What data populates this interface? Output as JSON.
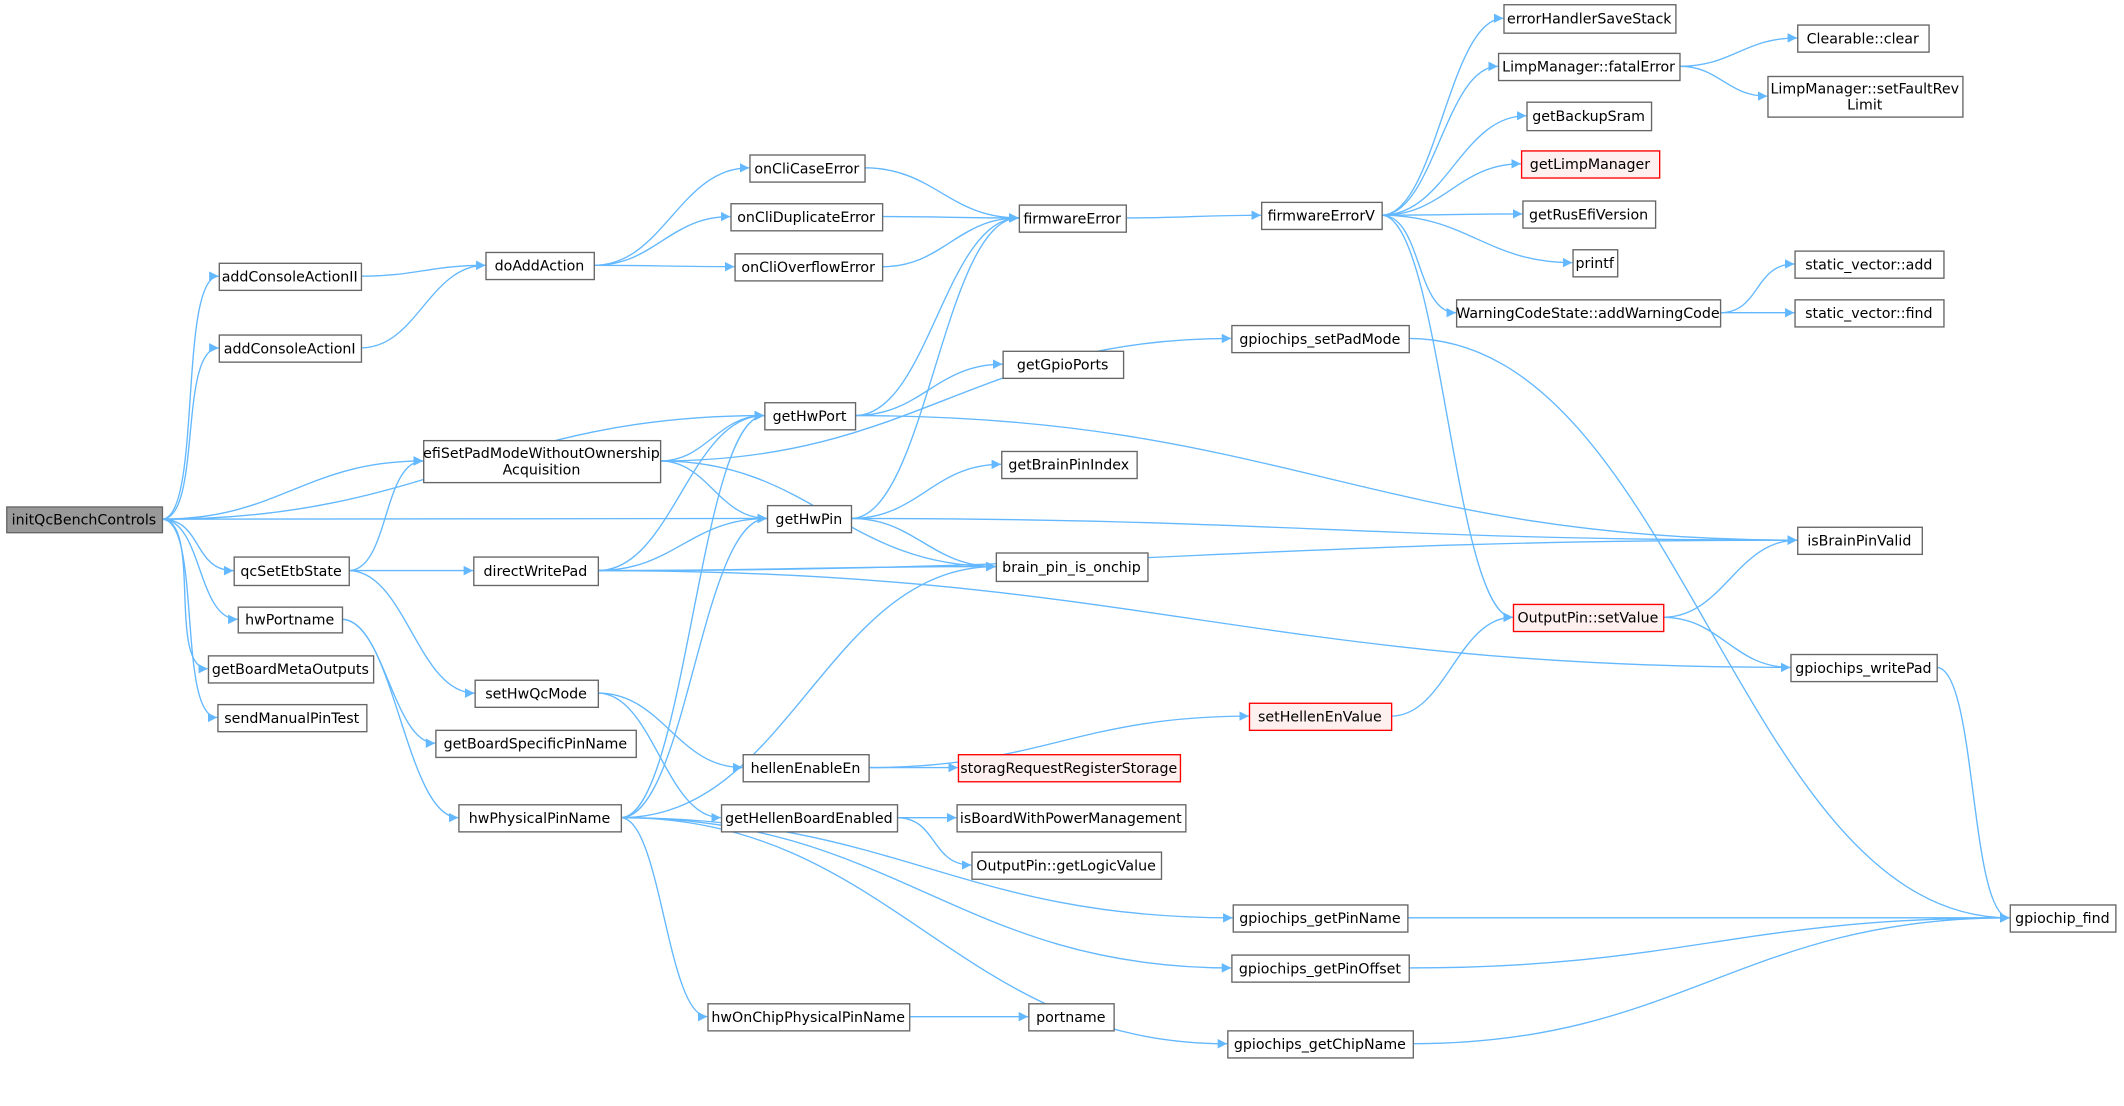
{
  "graph": {
    "nodes": {
      "initQcBenchControls": {
        "label": [
          "initQcBenchControls"
        ],
        "style": "root"
      },
      "addConsoleActionII": {
        "label": [
          "addConsoleActionII"
        ]
      },
      "addConsoleActionI": {
        "label": [
          "addConsoleActionI"
        ]
      },
      "qcSetEtbState": {
        "label": [
          "qcSetEtbState"
        ]
      },
      "hwPortname": {
        "label": [
          "hwPortname"
        ]
      },
      "getBoardMetaOutputs": {
        "label": [
          "getBoardMetaOutputs"
        ]
      },
      "sendManualPinTest": {
        "label": [
          "sendManualPinTest"
        ]
      },
      "doAddAction": {
        "label": [
          "doAddAction"
        ]
      },
      "efiSetPadModeWithoutOwnershipAcquisition": {
        "label": [
          "efiSetPadModeWithoutOwnership",
          "Acquisition"
        ]
      },
      "directWritePad": {
        "label": [
          "directWritePad"
        ]
      },
      "setHwQcMode": {
        "label": [
          "setHwQcMode"
        ]
      },
      "getBoardSpecificPinName": {
        "label": [
          "getBoardSpecificPinName"
        ]
      },
      "hwPhysicalPinName": {
        "label": [
          "hwPhysicalPinName"
        ]
      },
      "onCliCaseError": {
        "label": [
          "onCliCaseError"
        ]
      },
      "onCliDuplicateError": {
        "label": [
          "onCliDuplicateError"
        ]
      },
      "onCliOverflowError": {
        "label": [
          "onCliOverflowError"
        ]
      },
      "getHwPort": {
        "label": [
          "getHwPort"
        ]
      },
      "getHwPin": {
        "label": [
          "getHwPin"
        ]
      },
      "firmwareError": {
        "label": [
          "firmwareError"
        ]
      },
      "getGpioPorts": {
        "label": [
          "getGpioPorts"
        ]
      },
      "getBrainPinIndex": {
        "label": [
          "getBrainPinIndex"
        ]
      },
      "brain_pin_is_onchip": {
        "label": [
          "brain_pin_is_onchip"
        ]
      },
      "hellenEnableEn": {
        "label": [
          "hellenEnableEn"
        ]
      },
      "getHellenBoardEnabled": {
        "label": [
          "getHellenBoardEnabled"
        ]
      },
      "hwOnChipPhysicalPinName": {
        "label": [
          "hwOnChipPhysicalPinName"
        ]
      },
      "storagRequestRegisterStorage": {
        "label": [
          "storagRequestRegisterStorage"
        ],
        "style": "red"
      },
      "isBoardWithPowerManagement": {
        "label": [
          "isBoardWithPowerManagement"
        ]
      },
      "OutputPin::getLogicValue": {
        "label": [
          "OutputPin::getLogicValue"
        ]
      },
      "portname": {
        "label": [
          "portname"
        ]
      },
      "firmwareErrorV": {
        "label": [
          "firmwareErrorV"
        ]
      },
      "gpiochips_setPadMode": {
        "label": [
          "gpiochips_setPadMode"
        ]
      },
      "setHellenEnValue": {
        "label": [
          "setHellenEnValue"
        ],
        "style": "red"
      },
      "gpiochips_getPinName": {
        "label": [
          "gpiochips_getPinName"
        ]
      },
      "gpiochips_getPinOffset": {
        "label": [
          "gpiochips_getPinOffset"
        ]
      },
      "gpiochips_getChipName": {
        "label": [
          "gpiochips_getChipName"
        ]
      },
      "OutputPin::setValue": {
        "label": [
          "OutputPin::setValue"
        ],
        "style": "red"
      },
      "errorHandlerSaveStack": {
        "label": [
          "errorHandlerSaveStack"
        ]
      },
      "LimpManager::fatalError": {
        "label": [
          "LimpManager::fatalError"
        ]
      },
      "getBackupSram": {
        "label": [
          "getBackupSram"
        ]
      },
      "getLimpManager": {
        "label": [
          "getLimpManager"
        ],
        "style": "red"
      },
      "getRusEfiVersion": {
        "label": [
          "getRusEfiVersion"
        ]
      },
      "printf": {
        "label": [
          "printf"
        ]
      },
      "WarningCodeState::addWarningCode": {
        "label": [
          "WarningCodeState::addWarningCode"
        ]
      },
      "Clearable::clear": {
        "label": [
          "Clearable::clear"
        ]
      },
      "LimpManager::setFaultRevLimit": {
        "label": [
          "LimpManager::setFaultRev",
          "Limit"
        ]
      },
      "static_vector::add": {
        "label": [
          "static_vector::add"
        ]
      },
      "static_vector::find": {
        "label": [
          "static_vector::find"
        ]
      },
      "isBrainPinValid": {
        "label": [
          "isBrainPinValid"
        ]
      },
      "gpiochips_writePad": {
        "label": [
          "gpiochips_writePad"
        ]
      },
      "gpiochip_find": {
        "label": [
          "gpiochip_find"
        ]
      }
    },
    "edges": [
      [
        "initQcBenchControls",
        "addConsoleActionII"
      ],
      [
        "initQcBenchControls",
        "addConsoleActionI"
      ],
      [
        "initQcBenchControls",
        "getHwPort"
      ],
      [
        "initQcBenchControls",
        "efiSetPadModeWithoutOwnershipAcquisition"
      ],
      [
        "initQcBenchControls",
        "getHwPin"
      ],
      [
        "initQcBenchControls",
        "qcSetEtbState"
      ],
      [
        "initQcBenchControls",
        "hwPortname"
      ],
      [
        "initQcBenchControls",
        "getBoardMetaOutputs"
      ],
      [
        "initQcBenchControls",
        "sendManualPinTest"
      ],
      [
        "addConsoleActionII",
        "doAddAction"
      ],
      [
        "addConsoleActionI",
        "doAddAction"
      ],
      [
        "doAddAction",
        "onCliCaseError"
      ],
      [
        "doAddAction",
        "onCliDuplicateError"
      ],
      [
        "doAddAction",
        "onCliOverflowError"
      ],
      [
        "onCliCaseError",
        "firmwareError"
      ],
      [
        "onCliDuplicateError",
        "firmwareError"
      ],
      [
        "onCliOverflowError",
        "firmwareError"
      ],
      [
        "firmwareError",
        "firmwareErrorV"
      ],
      [
        "firmwareErrorV",
        "errorHandlerSaveStack"
      ],
      [
        "firmwareErrorV",
        "LimpManager::fatalError"
      ],
      [
        "firmwareErrorV",
        "getBackupSram"
      ],
      [
        "firmwareErrorV",
        "getLimpManager"
      ],
      [
        "firmwareErrorV",
        "getRusEfiVersion"
      ],
      [
        "firmwareErrorV",
        "printf"
      ],
      [
        "firmwareErrorV",
        "WarningCodeState::addWarningCode"
      ],
      [
        "firmwareErrorV",
        "OutputPin::setValue"
      ],
      [
        "LimpManager::fatalError",
        "Clearable::clear"
      ],
      [
        "LimpManager::fatalError",
        "LimpManager::setFaultRevLimit"
      ],
      [
        "WarningCodeState::addWarningCode",
        "static_vector::add"
      ],
      [
        "WarningCodeState::addWarningCode",
        "static_vector::find"
      ],
      [
        "qcSetEtbState",
        "efiSetPadModeWithoutOwnershipAcquisition"
      ],
      [
        "qcSetEtbState",
        "directWritePad"
      ],
      [
        "qcSetEtbState",
        "setHwQcMode"
      ],
      [
        "efiSetPadModeWithoutOwnershipAcquisition",
        "gpiochips_setPadMode"
      ],
      [
        "efiSetPadModeWithoutOwnershipAcquisition",
        "getHwPort"
      ],
      [
        "efiSetPadModeWithoutOwnershipAcquisition",
        "getHwPin"
      ],
      [
        "efiSetPadModeWithoutOwnershipAcquisition",
        "brain_pin_is_onchip"
      ],
      [
        "getHwPort",
        "firmwareError"
      ],
      [
        "getHwPort",
        "getGpioPorts"
      ],
      [
        "getHwPort",
        "isBrainPinValid"
      ],
      [
        "getHwPin",
        "firmwareError"
      ],
      [
        "getHwPin",
        "getBrainPinIndex"
      ],
      [
        "getHwPin",
        "brain_pin_is_onchip"
      ],
      [
        "getHwPin",
        "isBrainPinValid"
      ],
      [
        "directWritePad",
        "getHwPort"
      ],
      [
        "directWritePad",
        "getHwPin"
      ],
      [
        "directWritePad",
        "brain_pin_is_onchip"
      ],
      [
        "directWritePad",
        "isBrainPinValid"
      ],
      [
        "directWritePad",
        "gpiochips_writePad"
      ],
      [
        "hwPortname",
        "getBoardSpecificPinName"
      ],
      [
        "hwPortname",
        "hwPhysicalPinName"
      ],
      [
        "setHwQcMode",
        "hellenEnableEn"
      ],
      [
        "setHwQcMode",
        "getHellenBoardEnabled"
      ],
      [
        "hwPhysicalPinName",
        "getHwPort"
      ],
      [
        "hwPhysicalPinName",
        "getHwPin"
      ],
      [
        "hwPhysicalPinName",
        "brain_pin_is_onchip"
      ],
      [
        "hwPhysicalPinName",
        "gpiochips_getPinName"
      ],
      [
        "hwPhysicalPinName",
        "gpiochips_getPinOffset"
      ],
      [
        "hwPhysicalPinName",
        "hwOnChipPhysicalPinName"
      ],
      [
        "hwPhysicalPinName",
        "gpiochips_getChipName"
      ],
      [
        "hellenEnableEn",
        "setHellenEnValue"
      ],
      [
        "hellenEnableEn",
        "storagRequestRegisterStorage"
      ],
      [
        "getHellenBoardEnabled",
        "isBoardWithPowerManagement"
      ],
      [
        "getHellenBoardEnabled",
        "OutputPin::getLogicValue"
      ],
      [
        "hwOnChipPhysicalPinName",
        "portname"
      ],
      [
        "setHellenEnValue",
        "OutputPin::setValue"
      ],
      [
        "OutputPin::setValue",
        "isBrainPinValid"
      ],
      [
        "OutputPin::setValue",
        "gpiochips_writePad"
      ],
      [
        "gpiochips_setPadMode",
        "gpiochip_find"
      ],
      [
        "gpiochips_writePad",
        "gpiochip_find"
      ],
      [
        "gpiochips_getPinName",
        "gpiochip_find"
      ],
      [
        "gpiochips_getPinOffset",
        "gpiochip_find"
      ],
      [
        "gpiochips_getChipName",
        "gpiochip_find"
      ]
    ],
    "colors": {
      "edge": "#63b8ff",
      "root_fill": "#999999",
      "red_border": "#ff0000"
    }
  }
}
